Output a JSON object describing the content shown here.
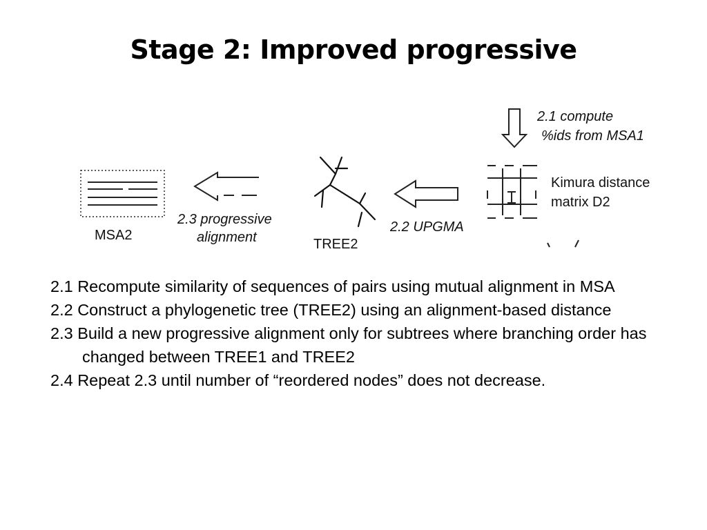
{
  "slide": {
    "title": "Stage 2: Improved progressive"
  },
  "diagram": {
    "step_2_1_line1": "2.1 compute",
    "step_2_1_line2": "%ids from MSA1",
    "matrix_label_line1": "Kimura distance",
    "matrix_label_line2": "matrix D2",
    "step_2_2": "2.2 UPGMA",
    "tree_label": "TREE2",
    "step_2_3_line1": "2.3 progressive",
    "step_2_3_line2": "alignment",
    "msa_label": "MSA2"
  },
  "bullets": [
    "2.1 Recompute similarity of sequences of pairs using mutual alignment in MSA",
    "2.2 Construct a phylogenetic tree (TREE2) using an alignment-based distance",
    "2.3 Build a new progressive alignment only for subtrees where branching order has changed between TREE1 and TREE2",
    "2.4 Repeat 2.3 until number of “reordered nodes” does not decrease."
  ]
}
